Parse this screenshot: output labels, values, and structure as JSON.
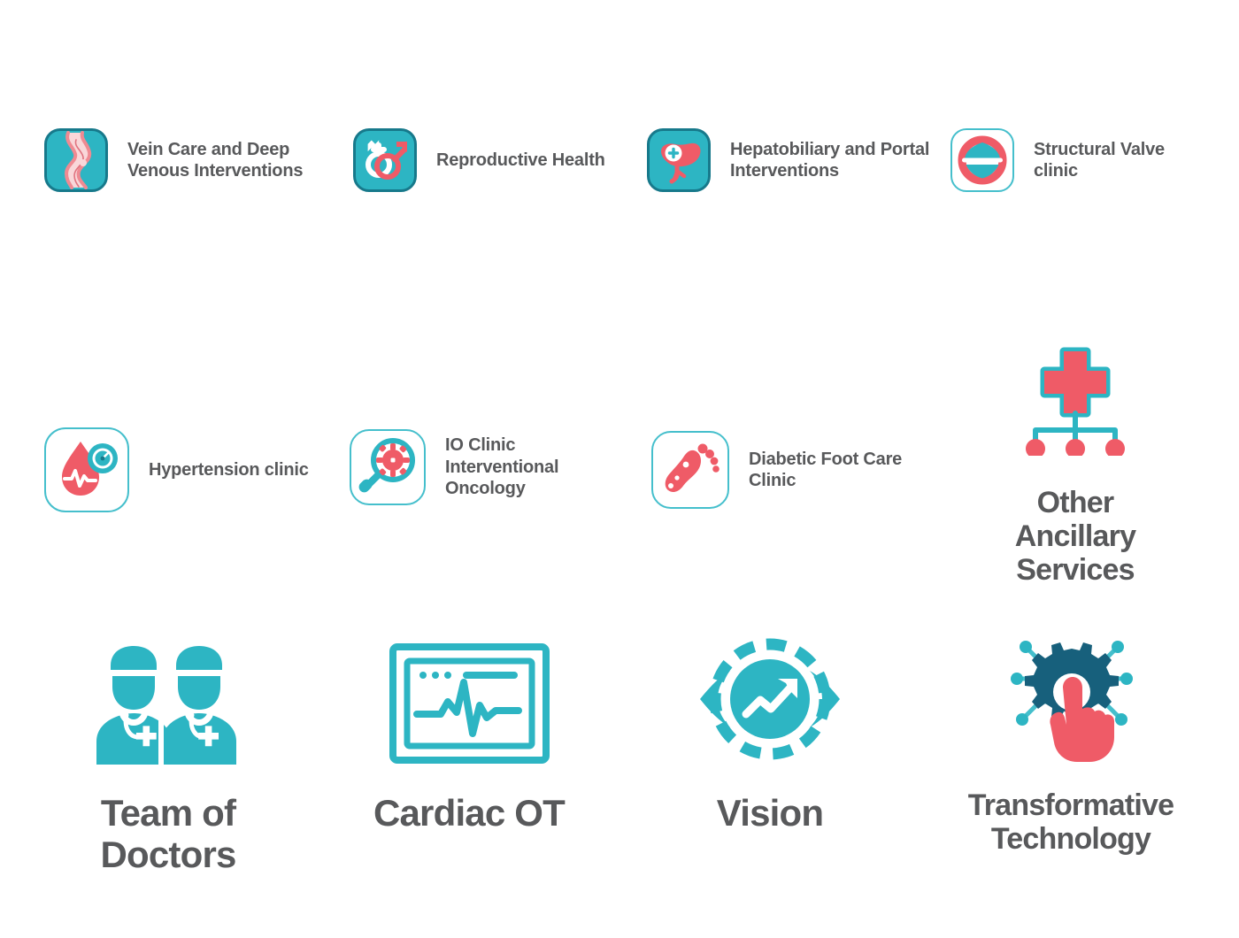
{
  "page": {
    "background_color": "#ffffff",
    "accent_teal": "#2DB5C3",
    "accent_dark_teal": "#17798B",
    "accent_red": "#EF5B67",
    "text_color": "#58595B"
  },
  "row_one": [
    {
      "id": "vein-care",
      "label": "Vein Care and Deep Venous Interventions",
      "icon": "vein-icon",
      "tile_style": "filled-teal"
    },
    {
      "id": "reproductive-health",
      "label": "Reproductive Health",
      "icon": "gender-symbols-icon",
      "tile_style": "filled-teal"
    },
    {
      "id": "hepatobiliary",
      "label": "Hepatobiliary and Portal Interventions",
      "icon": "liver-icon",
      "tile_style": "filled-teal"
    },
    {
      "id": "structural-valve",
      "label": "Structural Valve clinic",
      "icon": "heart-valve-icon",
      "tile_style": "outline-teal"
    }
  ],
  "row_two": [
    {
      "id": "hypertension",
      "label": "Hypertension clinic",
      "icon": "blood-drop-gauge-icon",
      "tile_style": "outline-teal"
    },
    {
      "id": "io-clinic",
      "label": "IO Clinic Interventional Oncology",
      "icon": "magnifier-cell-icon",
      "tile_style": "outline-teal"
    },
    {
      "id": "diabetic-foot",
      "label": "Diabetic Foot Care Clinic",
      "icon": "footprint-icon",
      "tile_style": "outline-teal"
    }
  ],
  "featured": [
    {
      "id": "other-ancillary-services",
      "label": "Other Ancillary Services",
      "icon": "medical-cross-hierarchy-icon",
      "size": "size-md"
    },
    {
      "id": "team-of-doctors",
      "label": "Team of Doctors",
      "icon": "two-doctors-icon",
      "size": "size-lg"
    },
    {
      "id": "cardiac-ot",
      "label": "Cardiac OT",
      "icon": "ecg-monitor-icon",
      "size": "size-lg"
    },
    {
      "id": "vision",
      "label": "Vision",
      "icon": "eye-growth-arrow-icon",
      "size": "size-lg"
    },
    {
      "id": "transformative-technology",
      "label": "Transformative Technology",
      "icon": "gear-hand-tap-icon",
      "size": "size-md"
    }
  ]
}
